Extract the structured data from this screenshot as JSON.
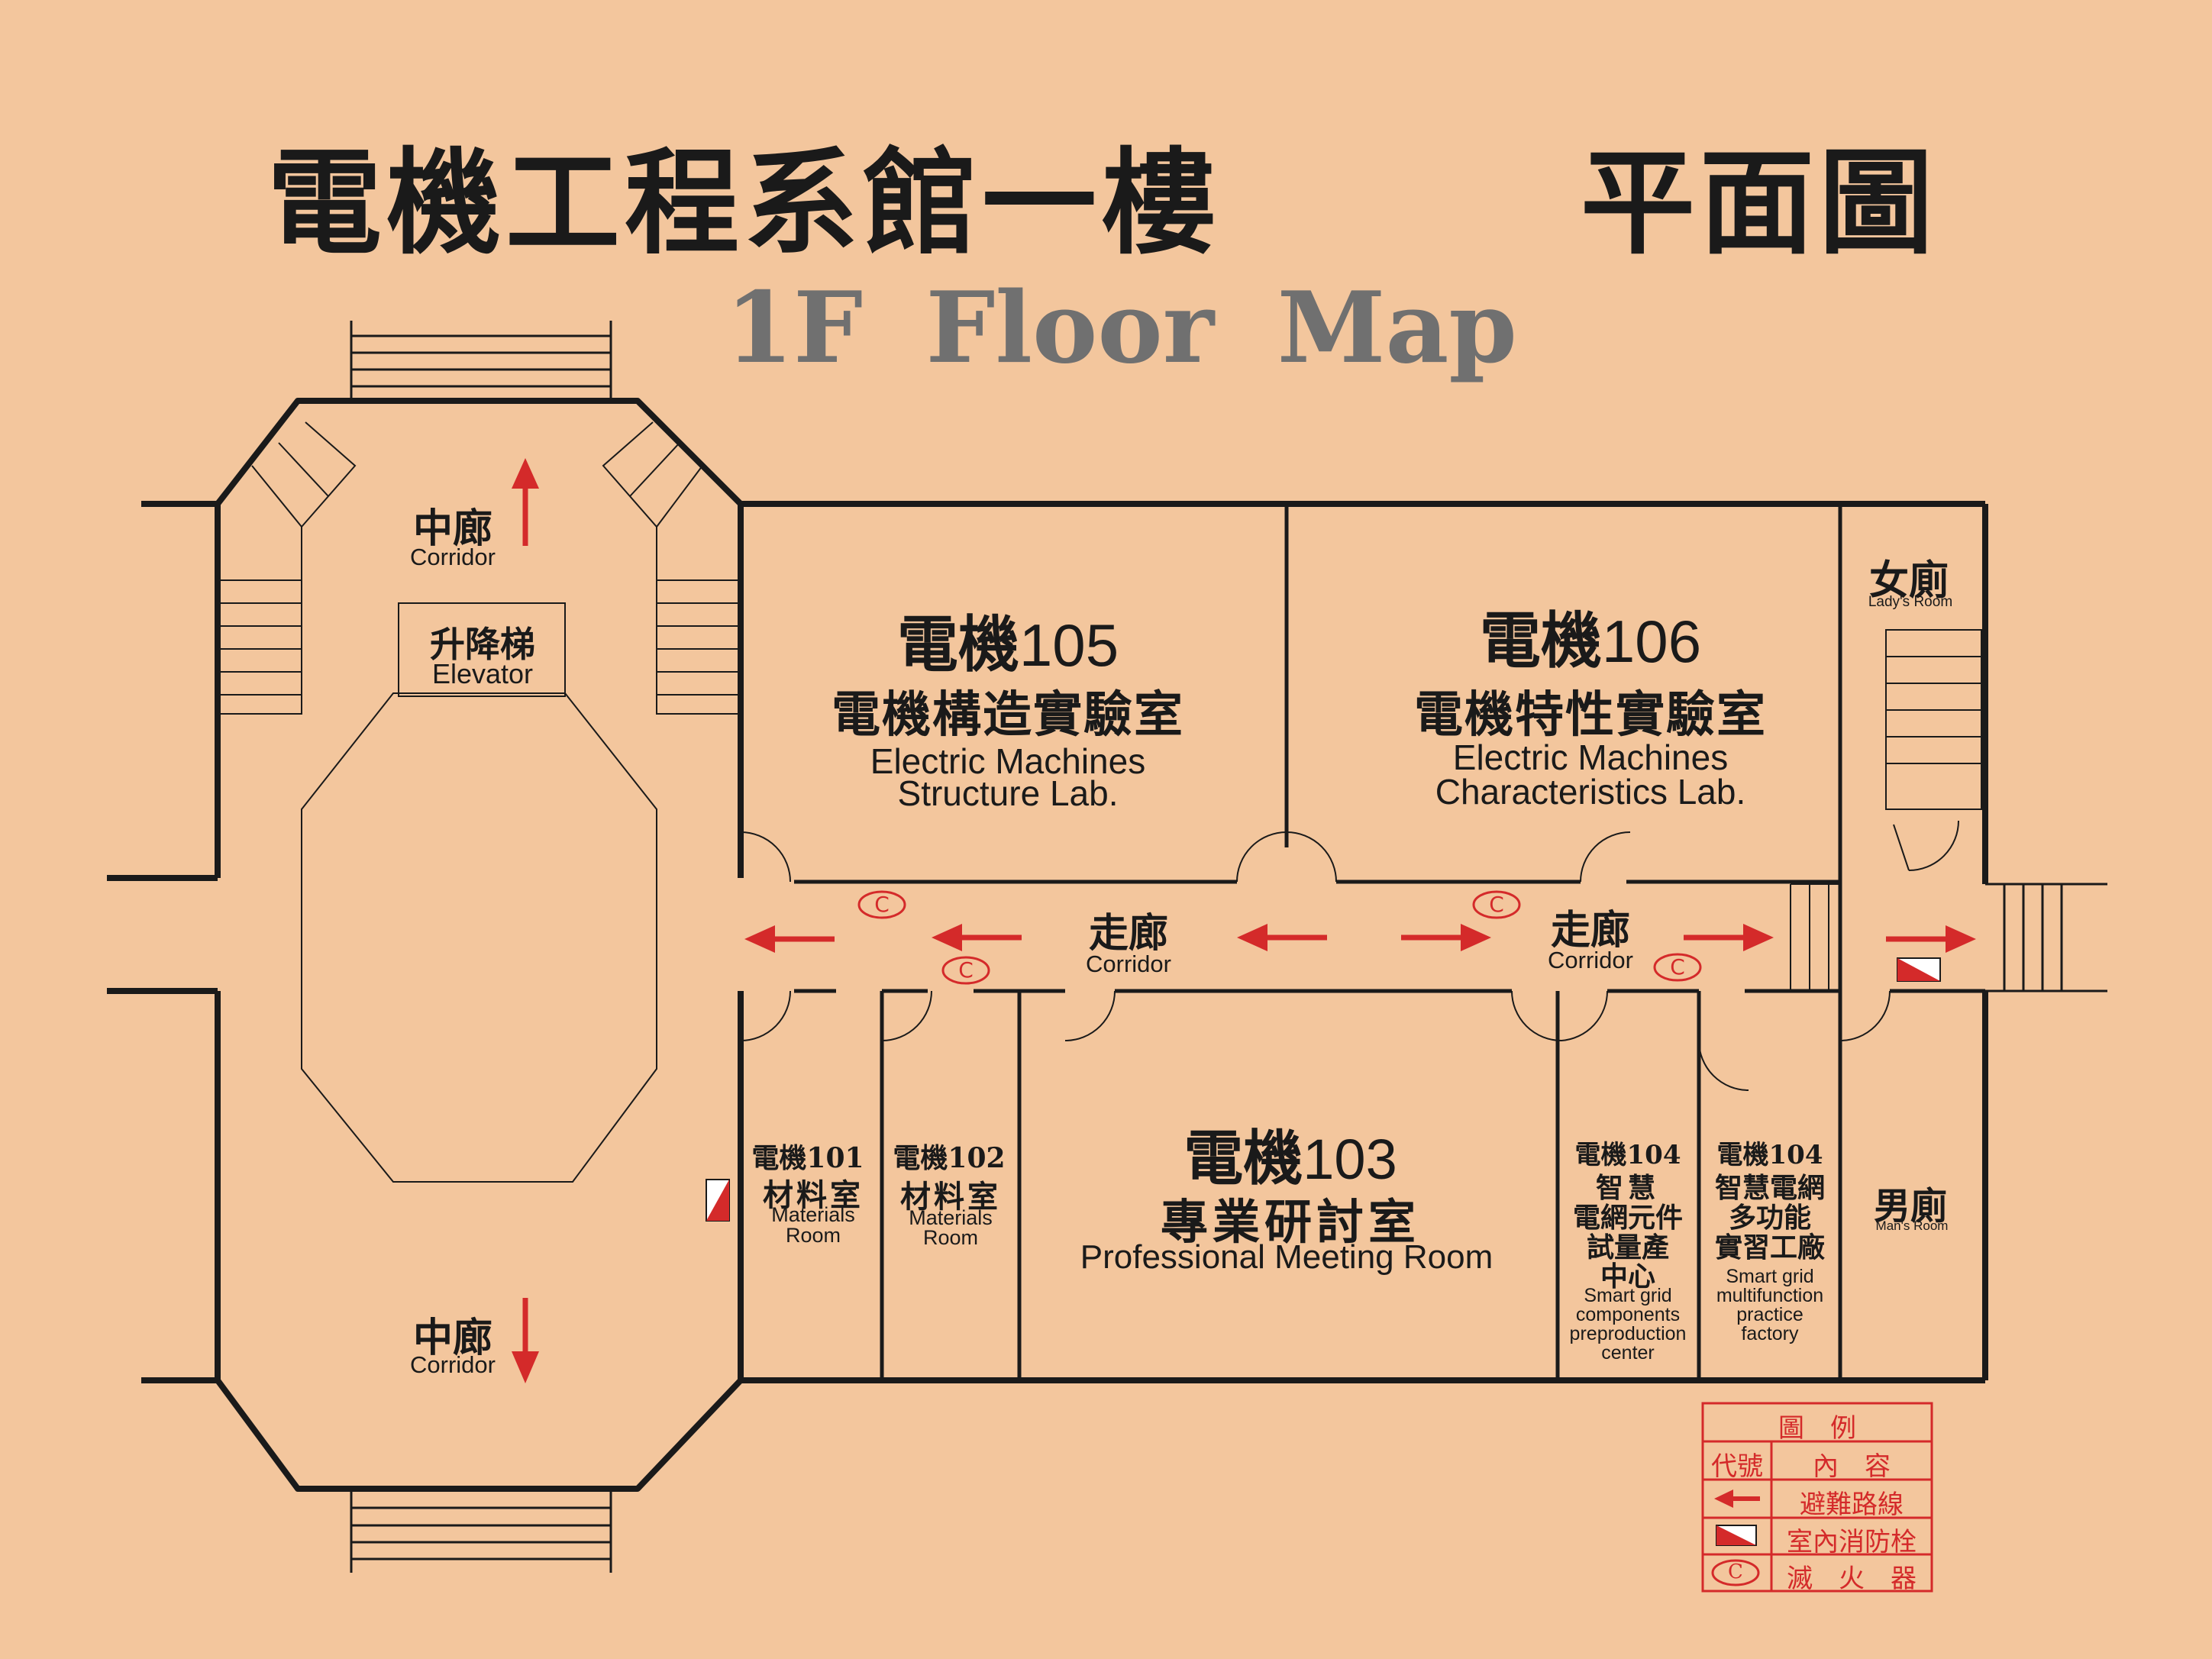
{
  "title": {
    "zh_main": "電機工程系館一樓",
    "zh_sub": "平面圖",
    "en": "1F Floor Map"
  },
  "corridor_top": {
    "zh": "中廊",
    "en": "Corridor"
  },
  "corridor_bottom": {
    "zh": "中廊",
    "en": "Corridor"
  },
  "elevator": {
    "zh": "升降梯",
    "en": "Elevator"
  },
  "corridor_main_1": {
    "zh": "走廊",
    "en": "Corridor"
  },
  "corridor_main_2": {
    "zh": "走廊",
    "en": "Corridor"
  },
  "rooms": {
    "r105": {
      "code_zh": "電機",
      "code_num": "105",
      "name_zh": "電機構造實驗室",
      "name_en_1": "Electric Machines",
      "name_en_2": "Structure Lab."
    },
    "r106": {
      "code_zh": "電機",
      "code_num": "106",
      "name_zh": "電機特性實驗室",
      "name_en_1": "Electric Machines",
      "name_en_2": "Characteristics Lab."
    },
    "r101": {
      "code": "電機101",
      "name_zh": "材料室",
      "name_en_1": "Materials",
      "name_en_2": "Room"
    },
    "r102": {
      "code": "電機102",
      "name_zh": "材料室",
      "name_en_1": "Materials",
      "name_en_2": "Room"
    },
    "r103": {
      "code_zh": "電機",
      "code_num": "103",
      "name_zh": "專業研討室",
      "name_en": "Professional Meeting Room"
    },
    "r104a": {
      "code": "電機104",
      "name_zh_1": "智慧",
      "name_zh_2": "電網元件",
      "name_zh_3": "試量產",
      "name_zh_4": "中心",
      "name_en_1": "Smart grid",
      "name_en_2": "components",
      "name_en_3": "preproduction",
      "name_en_4": "center"
    },
    "r104b": {
      "code": "電機104",
      "name_zh_1": "智慧電網",
      "name_zh_2": "多功能",
      "name_zh_3": "實習工廠",
      "name_en_1": "Smart grid",
      "name_en_2": "multifunction",
      "name_en_3": "practice",
      "name_en_4": "factory"
    },
    "ladies": {
      "zh": "女廁",
      "en": "Lady's Room"
    },
    "mens": {
      "zh": "男廁",
      "en": "Man's Room"
    }
  },
  "extinguisher_symbol": "C",
  "legend": {
    "title": "圖　例",
    "col_code": "代號",
    "col_content": "內　容",
    "evac_route": "避難路線",
    "hydrant": "室內消防栓",
    "extinguisher": "滅　火　器",
    "extinguisher_symbol": "C"
  },
  "colors": {
    "background": "#f3c69d",
    "wall": "#1a1a1a",
    "accent_red": "#d42a2a",
    "title_en_gray": "#707070"
  },
  "icons": [
    "evacuation-arrow-icon",
    "fire-hydrant-icon",
    "fire-extinguisher-icon"
  ]
}
